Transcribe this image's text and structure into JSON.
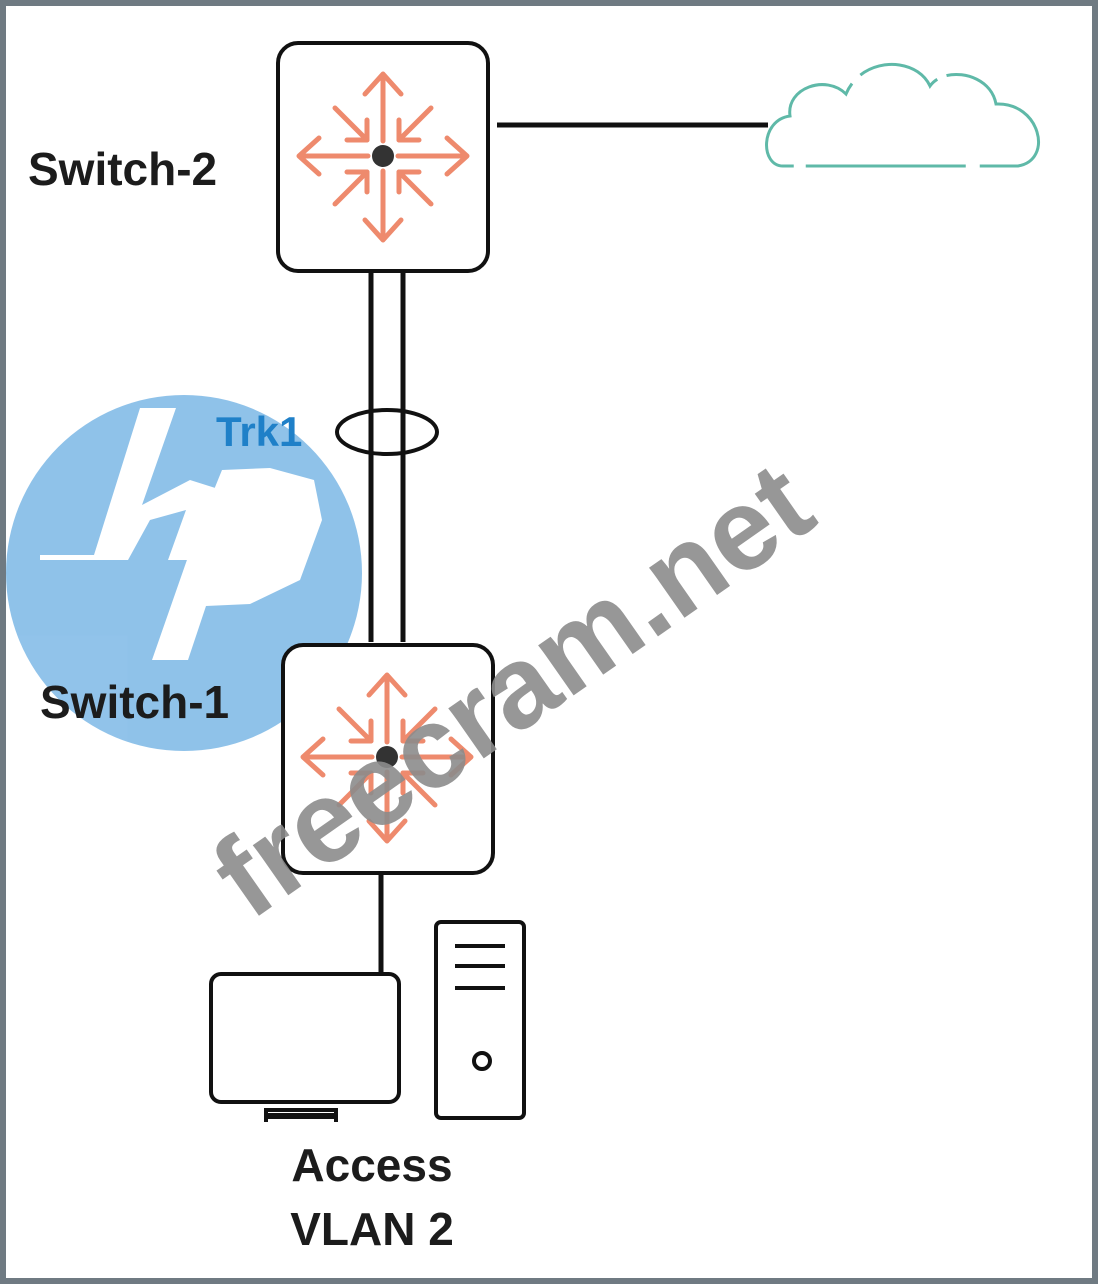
{
  "diagram": {
    "nodes": {
      "switch2": {
        "label": "Switch-2"
      },
      "switch1": {
        "label": "Switch-1"
      },
      "trunk": {
        "label": "Trk1"
      },
      "access": {
        "line1": "Access",
        "line2": "VLAN 2"
      },
      "cloud": {
        "icon": "cloud-icon"
      }
    },
    "watermark": {
      "logo": "hp",
      "text": "freecram.net"
    },
    "colors": {
      "router_arrows": "#ee8a6d",
      "cloud_outline": "#5fb9a8",
      "hp_blue": "#0a7ad0",
      "trunk_label": "#1f80c8",
      "watermark_text": "#8c8c8c"
    }
  }
}
